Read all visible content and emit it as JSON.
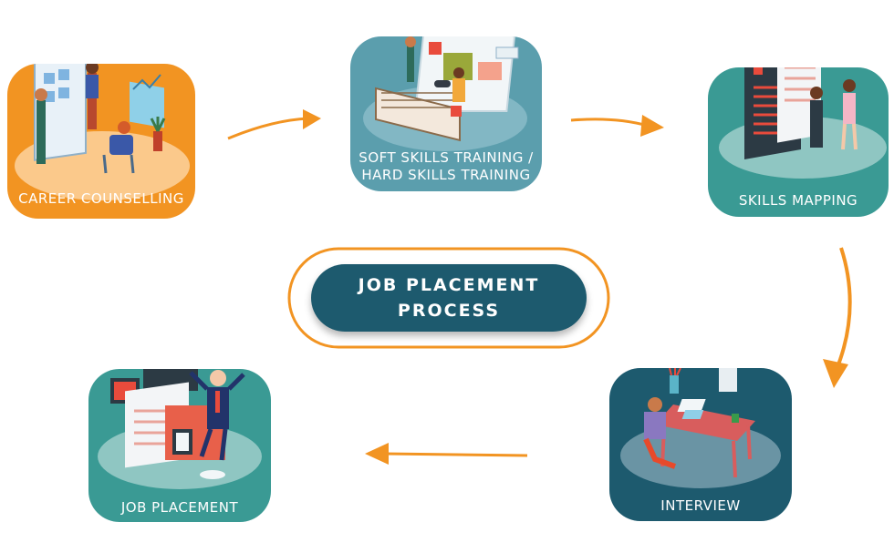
{
  "center": {
    "line1": "JOB PLACEMENT",
    "line2": "PROCESS"
  },
  "steps": [
    {
      "label": "CAREER COUNSELLING"
    },
    {
      "label": "SOFT SKILLS TRAINING /\nHARD SKILLS TRAINING"
    },
    {
      "label": "SKILLS MAPPING"
    },
    {
      "label": "INTERVIEW"
    },
    {
      "label": "JOB PLACEMENT"
    }
  ],
  "colors": {
    "orange": "#f29422",
    "teal": "#3a9a94",
    "steel_teal": "#5b9ead",
    "dark_teal": "#1d5a6e",
    "arrow_orange": "#f29422"
  }
}
